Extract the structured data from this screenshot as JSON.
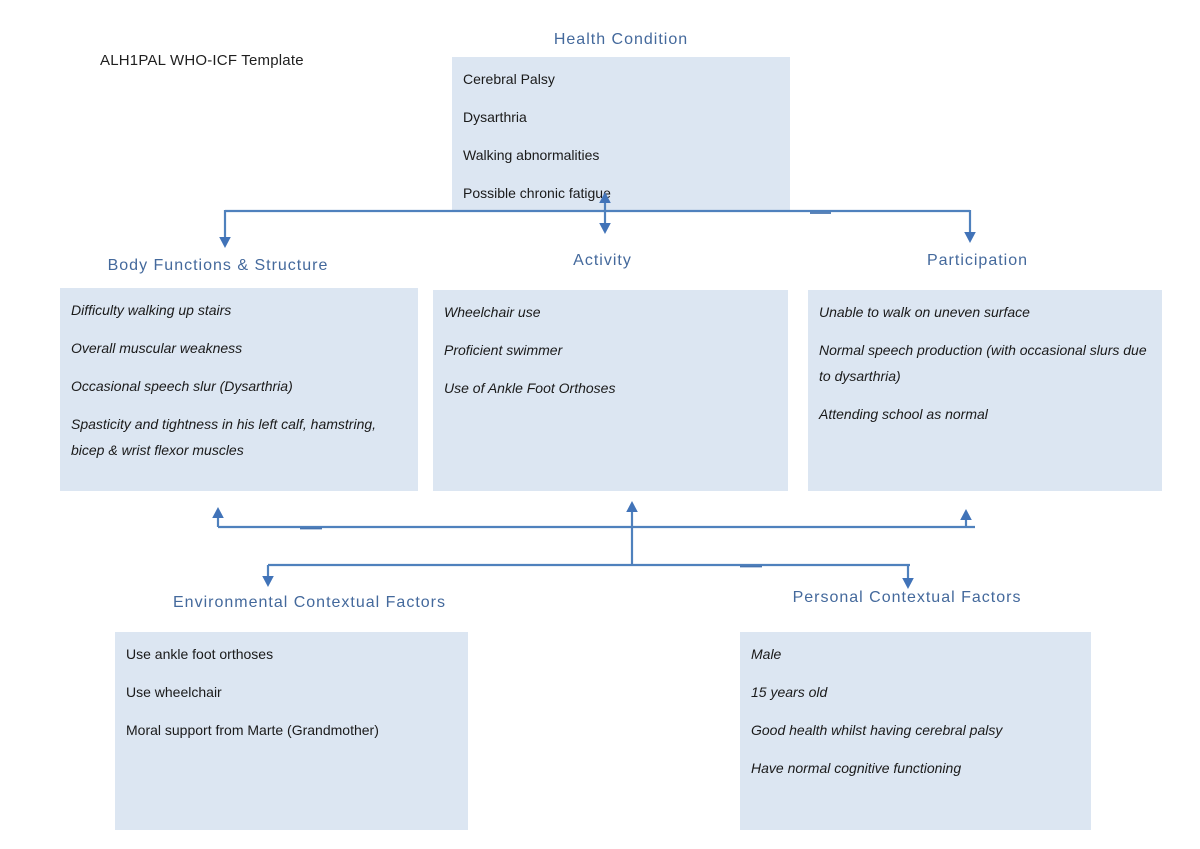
{
  "page": {
    "label": "ALH1PAL WHO-ICF Template"
  },
  "colors": {
    "box_fill": "#dce6f2",
    "title_text": "#44699c",
    "connector_line": "#4f81bd",
    "connector_head": "#4173b8",
    "body_text": "#1a1a1a"
  },
  "sections": {
    "health_condition": {
      "title": "Health Condition",
      "items": [
        "Cerebral Palsy",
        "Dysarthria",
        "Walking abnormalities",
        "Possible chronic fatigue"
      ]
    },
    "body_functions": {
      "title": "Body Functions & Structure",
      "items": [
        "Difficulty walking up stairs",
        "Overall muscular weakness",
        "Occasional speech slur (Dysarthria)",
        "Spasticity and tightness in his left calf, hamstring, bicep & wrist flexor muscles"
      ]
    },
    "activity": {
      "title": "Activity",
      "items": [
        "Wheelchair use",
        "Proficient swimmer",
        "Use of Ankle Foot Orthoses"
      ]
    },
    "participation": {
      "title": "Participation",
      "items": [
        "Unable to walk on uneven surface",
        "Normal speech production (with occasional slurs due to dysarthria)",
        "Attending school as normal"
      ]
    },
    "environmental": {
      "title": "Environmental Contextual Factors",
      "items": [
        "Use ankle foot orthoses",
        "Use wheelchair",
        "Moral support from Marte (Grandmother)"
      ]
    },
    "personal": {
      "title": "Personal Contextual Factors",
      "items": [
        "Male",
        "15 years old",
        "Good health whilst having cerebral palsy",
        "Have normal cognitive functioning"
      ]
    }
  }
}
